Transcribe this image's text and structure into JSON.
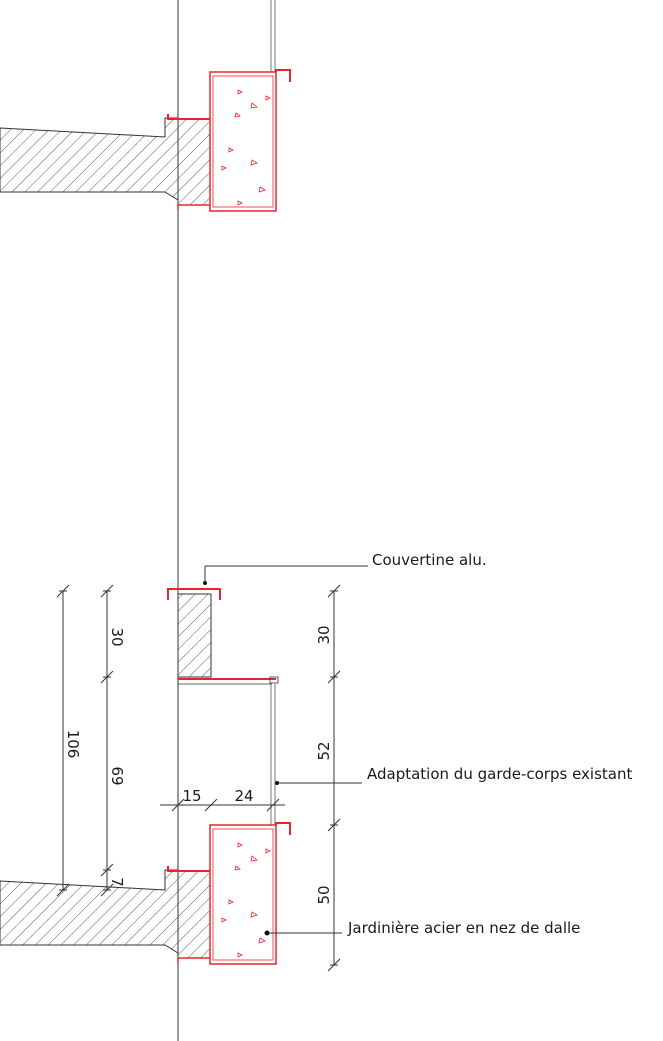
{
  "annotations": {
    "coping": "Couvertine alu.",
    "railing": "Adaptation du garde-corps existant",
    "planter": "Jardinière acier en nez de dalle"
  },
  "dimensions": {
    "total_height": "106",
    "upper_30": "30",
    "middle_69": "69",
    "lower_7": "7",
    "width_15": "15",
    "width_24": "24",
    "right_30": "30",
    "right_52": "52",
    "right_50": "50"
  },
  "colors": {
    "steel": "#e8262a",
    "lines": "#333333"
  }
}
